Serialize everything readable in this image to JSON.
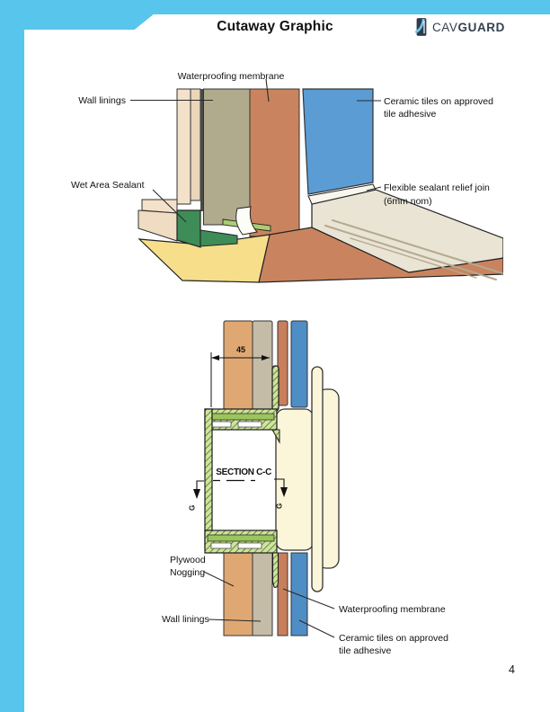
{
  "page": {
    "number": "4"
  },
  "header": {
    "title": "Cutaway Graphic",
    "brand": {
      "prefix": "CAV",
      "suffix": "GUARD"
    }
  },
  "colors": {
    "accent_blue": "#58C5EC",
    "logo_navy": "#2E3B4E",
    "logo_swoosh": "#6EC6E8",
    "cream_wall": "#F3E1C9",
    "olive_wall_lining": "#B1AB8E",
    "terracotta_membrane": "#C9845F",
    "ceramic_tile_blue": "#5C9CD4",
    "floor_yellow": "#F7DE8B",
    "wet_area_sealant_green": "#3E8C57",
    "sealant_bead_green": "#ABCD72",
    "cavguard_profile_green": "#CFE49C",
    "ledge_cream": "#E9E4D4",
    "bath_flange_cream": "#FBF5DA",
    "plywood_nogging_tan": "#DFA873",
    "wall_lining_gray": "#C4BCA7"
  },
  "cutaway": {
    "labels": {
      "waterproofing_membrane": "Waterproofing membrane",
      "wall_linings": "Wall linings",
      "wet_area_sealant": "Wet Area Sealant",
      "ceramic_tiles_line1": "Ceramic tiles on approved",
      "ceramic_tiles_line2": "tile adhesive",
      "flexible_sealant_line1": "Flexible sealant relief join",
      "flexible_sealant_line2": "(6mm nom)"
    }
  },
  "section": {
    "title": "SECTION C-C",
    "dimension": "45",
    "marker_letter": "G",
    "labels": {
      "plywood_nogging_line1": "Plywood",
      "plywood_nogging_line2": "Nogging",
      "wall_linings": "Wall linings",
      "waterproofing_membrane": "Waterproofing membrane",
      "ceramic_tiles_line1": "Ceramic tiles on approved",
      "ceramic_tiles_line2": "tile adhesive"
    }
  }
}
